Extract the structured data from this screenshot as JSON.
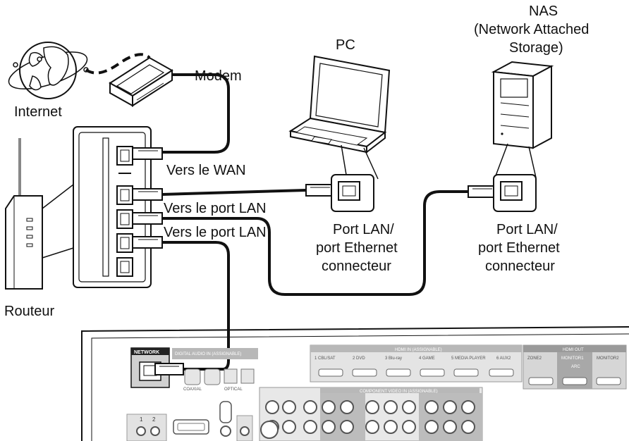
{
  "labels": {
    "internet": "Internet",
    "modem": "Modem",
    "pc": "PC",
    "nas_line1": "NAS",
    "nas_line2": "(Network Attached",
    "nas_line3": "Storage)",
    "router": "Routeur",
    "to_wan": "Vers le WAN",
    "to_lan_1": "Vers le port LAN",
    "to_lan_2": "Vers le port LAN",
    "pc_port_line1": "Port LAN/",
    "pc_port_line2": "port Ethernet",
    "pc_port_line3": "connecteur",
    "nas_port_line1": "Port LAN/",
    "nas_port_line2": "port Ethernet",
    "nas_port_line3": "connecteur"
  },
  "rear_panel": {
    "network": "NETWORK",
    "digital_audio": "DIGITAL AUDIO IN (ASSIGNABLE)",
    "hdmi_in": "HDMI IN (ASSIGNABLE)",
    "hdmi_out": "HDMI OUT",
    "hdmi_inputs": [
      "1 CBL/SAT",
      "2 DVD",
      "3 Blu-ray",
      "4 GAME",
      "5 MEDIA PLAYER",
      "6 AUX2"
    ],
    "hdmi_outputs": [
      "ZONE2",
      "MONITOR1",
      "MONITOR2"
    ],
    "arc": "ARC",
    "coaxial": "COAXIAL",
    "optical": "OPTICAL",
    "component": "COMPONENT VIDEO IN (ASSIGNABLE)"
  },
  "colors": {
    "line": "#111111",
    "panel_grey": "#c8c8c8",
    "panel_dark": "#8a8a8a"
  }
}
